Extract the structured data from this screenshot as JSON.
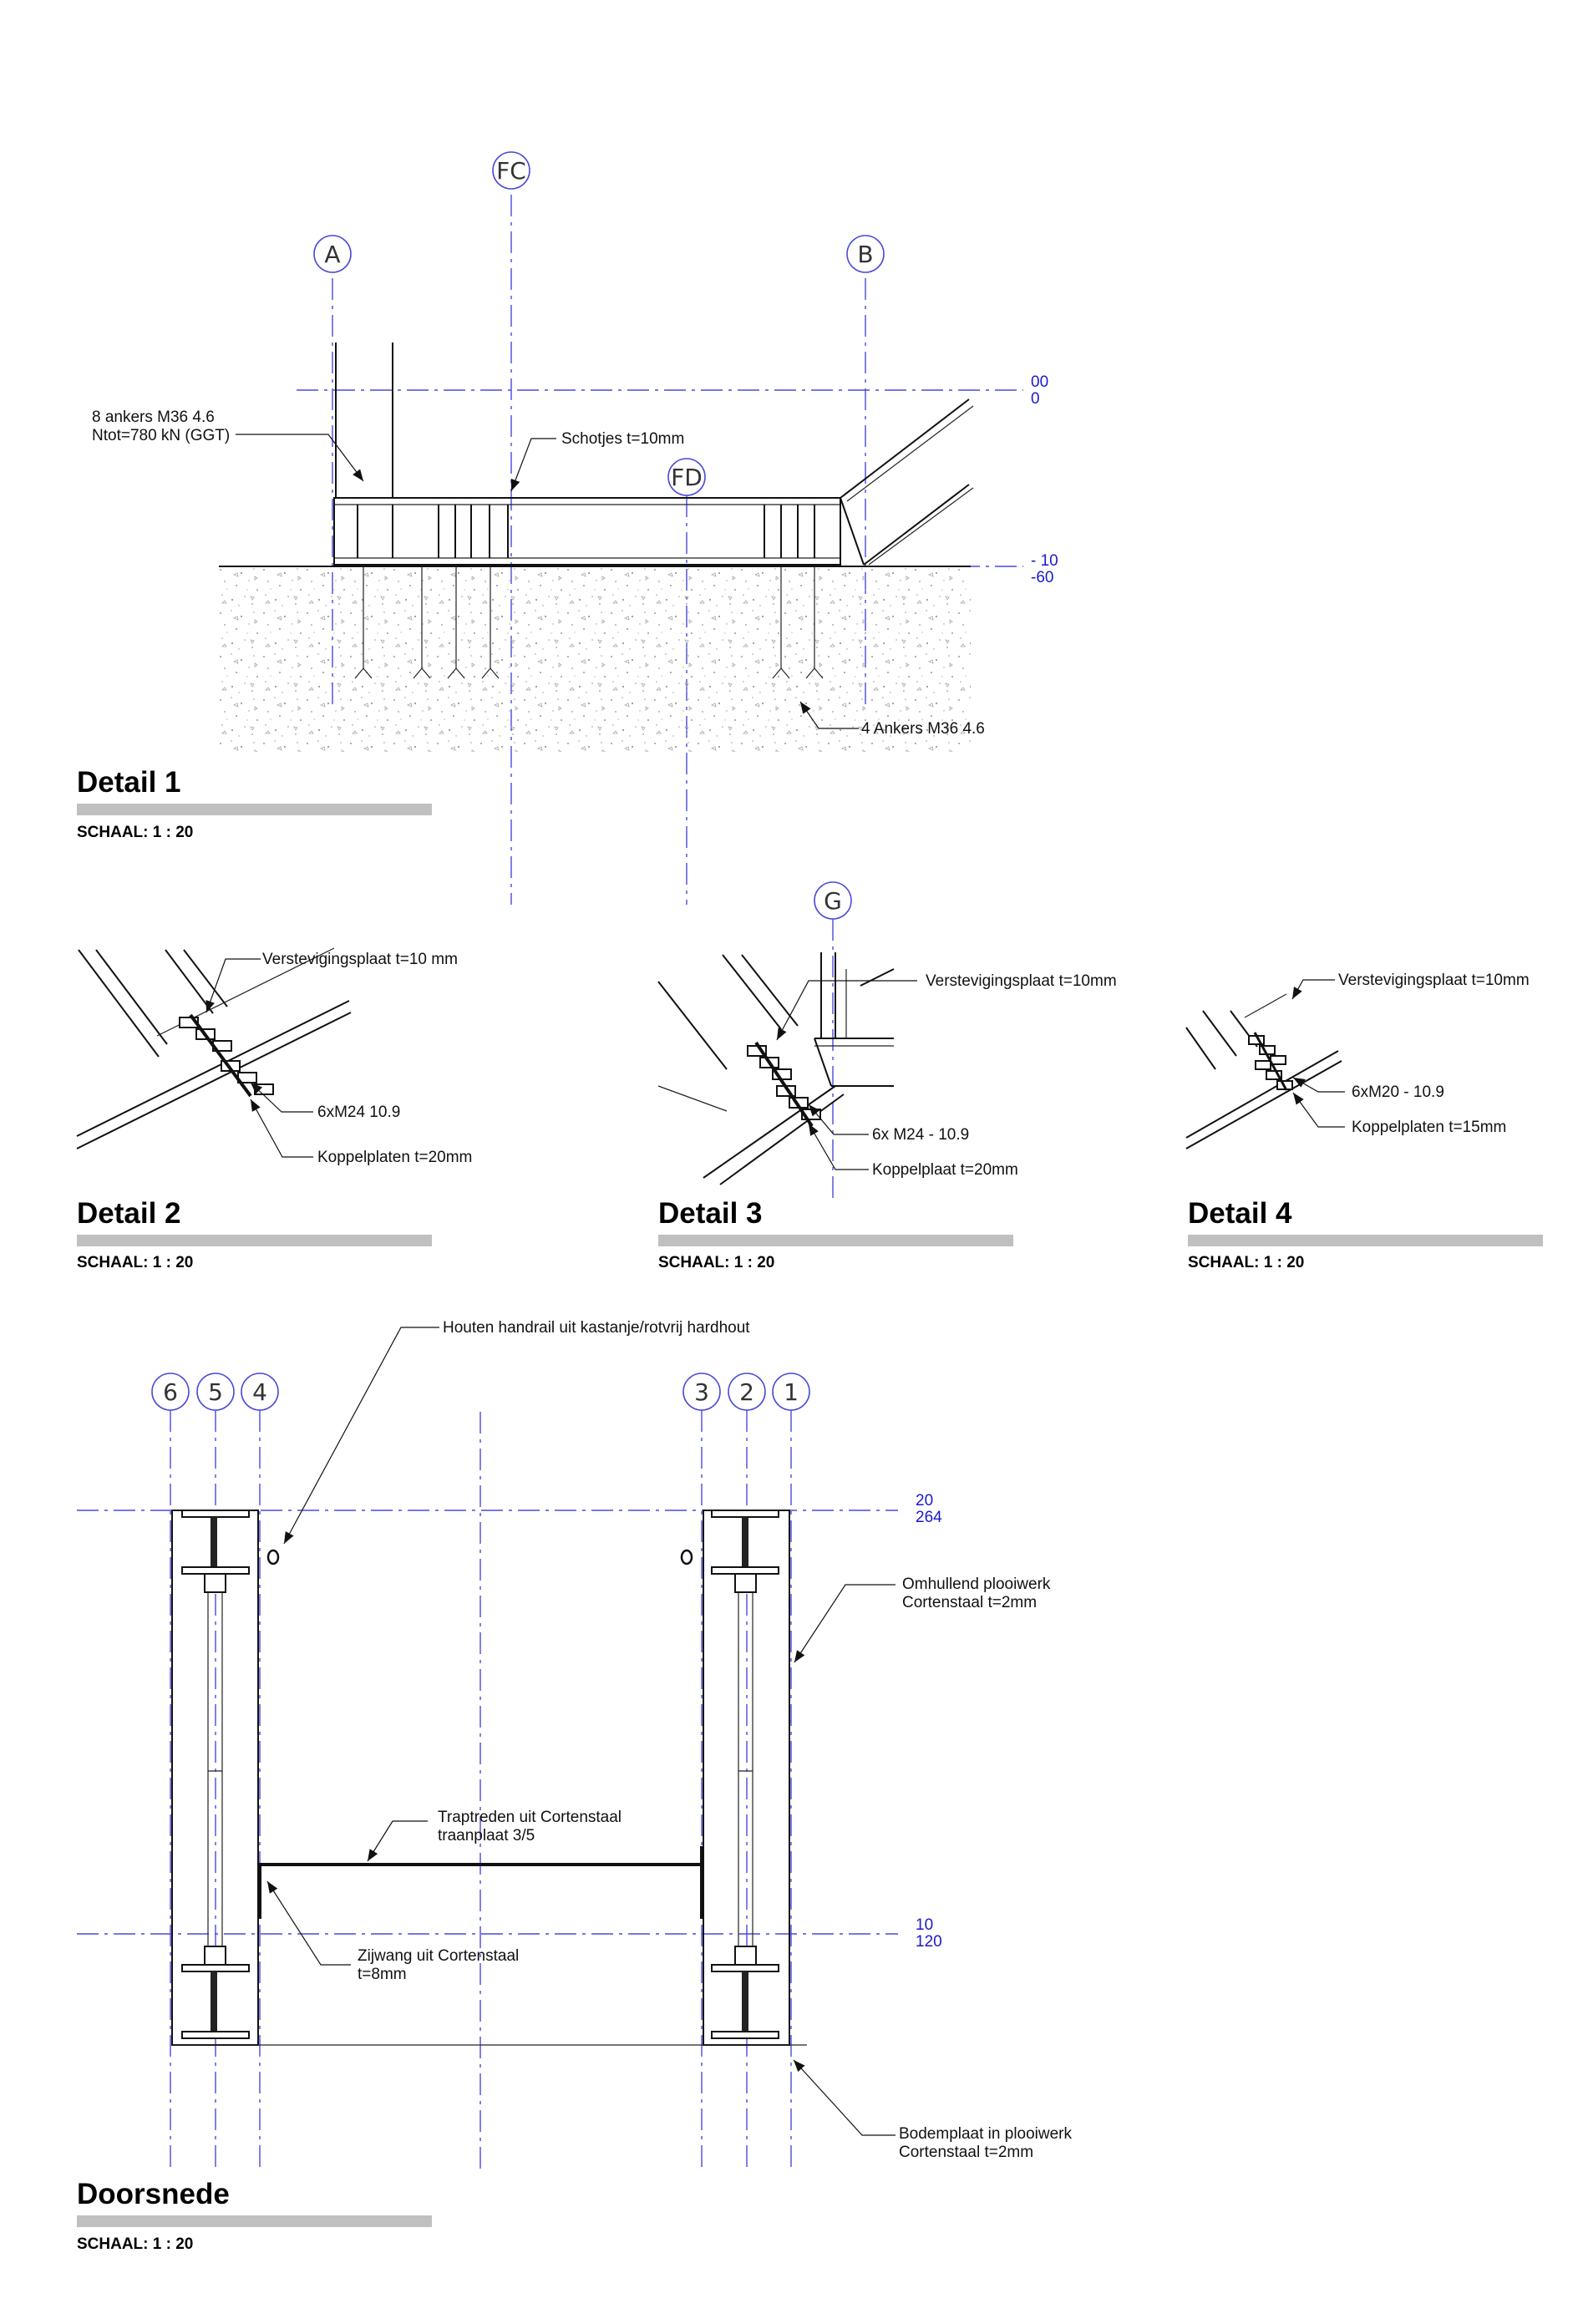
{
  "detail1": {
    "title": "Detail 1",
    "scale": "SCHAAL: 1 : 20",
    "grid_labels": {
      "fc": "FC",
      "a": "A",
      "b": "B",
      "fd": "FD"
    },
    "levels": {
      "top_a": "00",
      "top_b": "0",
      "bottom_a": "- 10",
      "bottom_b": "-60"
    },
    "anchor_note_line1": "8 ankers M36 4.6",
    "anchor_note_line2": "Ntot=780 kN (GGT)",
    "plates_note": "Schotjes t=10mm",
    "anchors_note": "4 Ankers M36 4.6"
  },
  "detail2": {
    "title": "Detail 2",
    "scale": "SCHAAL: 1 : 20",
    "plate_note": "Verstevigingsplaat t=10 mm",
    "bolts_note": "6xM24 10.9",
    "coupling_note": "Koppelplaten t=20mm"
  },
  "detail3": {
    "title": "Detail 3",
    "scale": "SCHAAL: 1 : 20",
    "grid_label": "G",
    "plate_note": "Verstevigingsplaat t=10mm",
    "bolts_note": "6x M24 - 10.9",
    "coupling_note": "Koppelplaat t=20mm"
  },
  "detail4": {
    "title": "Detail 4",
    "scale": "SCHAAL: 1 : 20",
    "plate_note": "Verstevigingsplaat t=10mm",
    "bolts_note": "6xM20 - 10.9",
    "coupling_note": "Koppelplaten t=15mm"
  },
  "section": {
    "title": "Doorsnede",
    "scale": "SCHAAL: 1 : 20",
    "grid_labels": [
      "6",
      "5",
      "4",
      "3",
      "2",
      "1"
    ],
    "levels": {
      "top_a": "20",
      "top_b": "264",
      "bottom_a": "10",
      "bottom_b": "120"
    },
    "handrail_note": "Houten handrail uit kastanje/rotvrij hardhout",
    "cladding_note_line1": "Omhullend plooiwerk",
    "cladding_note_line2": "Cortenstaal t=2mm",
    "tread_note_line1": "Traptreden uit Cortenstaal",
    "tread_note_line2": "traanplaat 3/5",
    "stringer_note_line1": "Zijwang uit Cortenstaal",
    "stringer_note_line2": "t=8mm",
    "base_note_line1": "Bodemplaat in plooiwerk",
    "base_note_line2": "Cortenstaal t=2mm"
  },
  "colors": {
    "grid": "#4a4adb",
    "level_text": "#1a1acc",
    "title_bar": "#c0c0c0",
    "line": "#111111"
  }
}
